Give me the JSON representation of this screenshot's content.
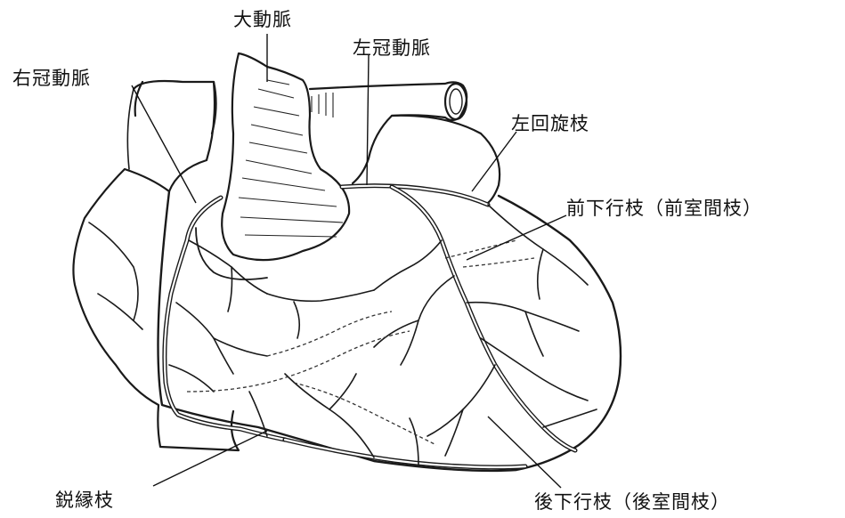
{
  "labels": {
    "aorta": "大動脈",
    "right_coronary_artery": "右冠動脈",
    "left_coronary_artery": "左冠動脈",
    "left_circumflex_branch": "左回旋枝",
    "anterior_descending_branch": "前下行枝（前室間枝）",
    "acute_marginal_branch": "鋭縁枝",
    "posterior_descending_branch": "後下行枝（後室間枝）"
  }
}
